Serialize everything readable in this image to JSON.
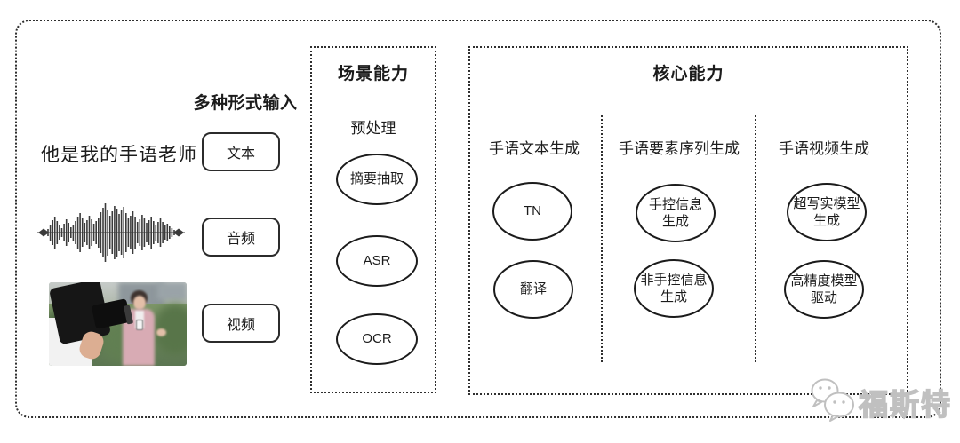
{
  "input_section": {
    "label": "多种形式输入",
    "sample_text": "他是我的手语老师",
    "buttons": [
      {
        "label": "文本"
      },
      {
        "label": "音频"
      },
      {
        "label": "视频"
      }
    ],
    "waveform_amplitudes": [
      4,
      9,
      14,
      18,
      13,
      8,
      5,
      10,
      15,
      11,
      6,
      9,
      13,
      18,
      22,
      16,
      11,
      14,
      19,
      15,
      10,
      13,
      17,
      23,
      28,
      33,
      26,
      19,
      24,
      30,
      27,
      21,
      25,
      29,
      22,
      16,
      19,
      24,
      18,
      12,
      15,
      20,
      16,
      11,
      14,
      18,
      13,
      9,
      12,
      16,
      12,
      8,
      10,
      7,
      5,
      3
    ]
  },
  "scene_box": {
    "title": "场景能力",
    "subtitle": "预处理",
    "nodes": [
      {
        "label": "摘要抽取"
      },
      {
        "label": "ASR"
      },
      {
        "label": "OCR"
      }
    ]
  },
  "core_box": {
    "title": "核心能力",
    "columns": [
      {
        "header": "手语文本生成",
        "nodes": [
          {
            "label": "TN"
          },
          {
            "label": "翻译"
          }
        ]
      },
      {
        "header": "手语要素序列生成",
        "nodes": [
          {
            "label": "手控信息\n生成"
          },
          {
            "label": "非手控信息\n生成"
          }
        ]
      },
      {
        "header": "手语视频生成",
        "nodes": [
          {
            "label": "超写实模型\n生成"
          },
          {
            "label": "高精度模型\n驱动"
          }
        ]
      }
    ]
  },
  "watermark": {
    "text": "福斯特"
  },
  "colors": {
    "frame_border": "#2f2f2f",
    "ellipse_stroke": "#1b1b1b",
    "waveform": "#3a3a3a",
    "watermark": "#c0c0c0"
  }
}
